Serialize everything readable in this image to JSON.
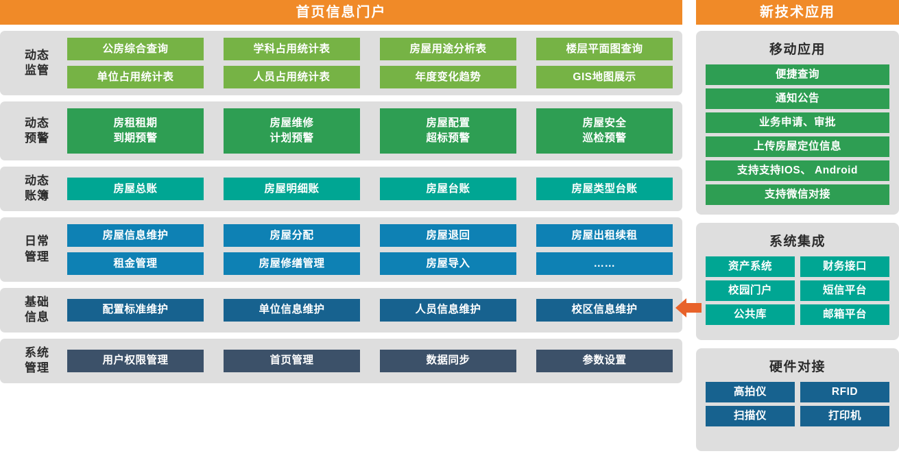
{
  "colors": {
    "banner_orange": "#F08A28",
    "panel_gray": "#DEDEDE",
    "green_light": "#76B345",
    "green": "#2E9E53",
    "teal": "#00A693",
    "blue": "#0E81B4",
    "blue_dark": "#17628F",
    "slate": "#3C5169",
    "arrow_orange": "#E8622A"
  },
  "left": {
    "banner": "首页信息门户",
    "sections": [
      {
        "label": "动态\n监管",
        "rows": [
          [
            "公房综合查询",
            "学科占用统计表",
            "房屋用途分析表",
            "楼层平面图查询"
          ],
          [
            "单位占用统计表",
            "人员占用统计表",
            "年度变化趋势",
            "GIS地图展示"
          ]
        ]
      },
      {
        "label": "动态\n预警",
        "rows": [
          [
            "房租租期\n到期预警",
            "房屋维修\n计划预警",
            "房屋配置\n超标预警",
            "房屋安全\n巡检预警"
          ]
        ]
      },
      {
        "label": "动态\n账簿",
        "rows": [
          [
            "房屋总账",
            "房屋明细账",
            "房屋台账",
            "房屋类型台账"
          ]
        ]
      },
      {
        "label": "日常\n管理",
        "rows": [
          [
            "房屋信息维护",
            "房屋分配",
            "房屋退回",
            "房屋出租续租"
          ],
          [
            "租金管理",
            "房屋修缮管理",
            "房屋导入",
            "……"
          ]
        ]
      },
      {
        "label": "基础\n信息",
        "rows": [
          [
            "配置标准维护",
            "单位信息维护",
            "人员信息维护",
            "校区信息维护"
          ]
        ]
      },
      {
        "label": "系统\n管理",
        "rows": [
          [
            "用户权限管理",
            "首页管理",
            "数据同步",
            "参数设置"
          ]
        ]
      }
    ]
  },
  "right": {
    "banner": "新技术应用",
    "panels": [
      {
        "title": "移动应用",
        "items": [
          "便捷查询",
          "通知公告",
          "业务申请、审批",
          "上传房屋定位信息",
          "支持支持IOS、 Android",
          "支持微信对接"
        ]
      },
      {
        "title": "系统集成",
        "items": [
          "资产系统",
          "财务接口",
          "校园门户",
          "短信平台",
          "公共库",
          "邮箱平台"
        ]
      },
      {
        "title": "硬件对接",
        "items": [
          "高拍仪",
          "RFID",
          "扫描仪",
          "打印机"
        ]
      }
    ]
  }
}
